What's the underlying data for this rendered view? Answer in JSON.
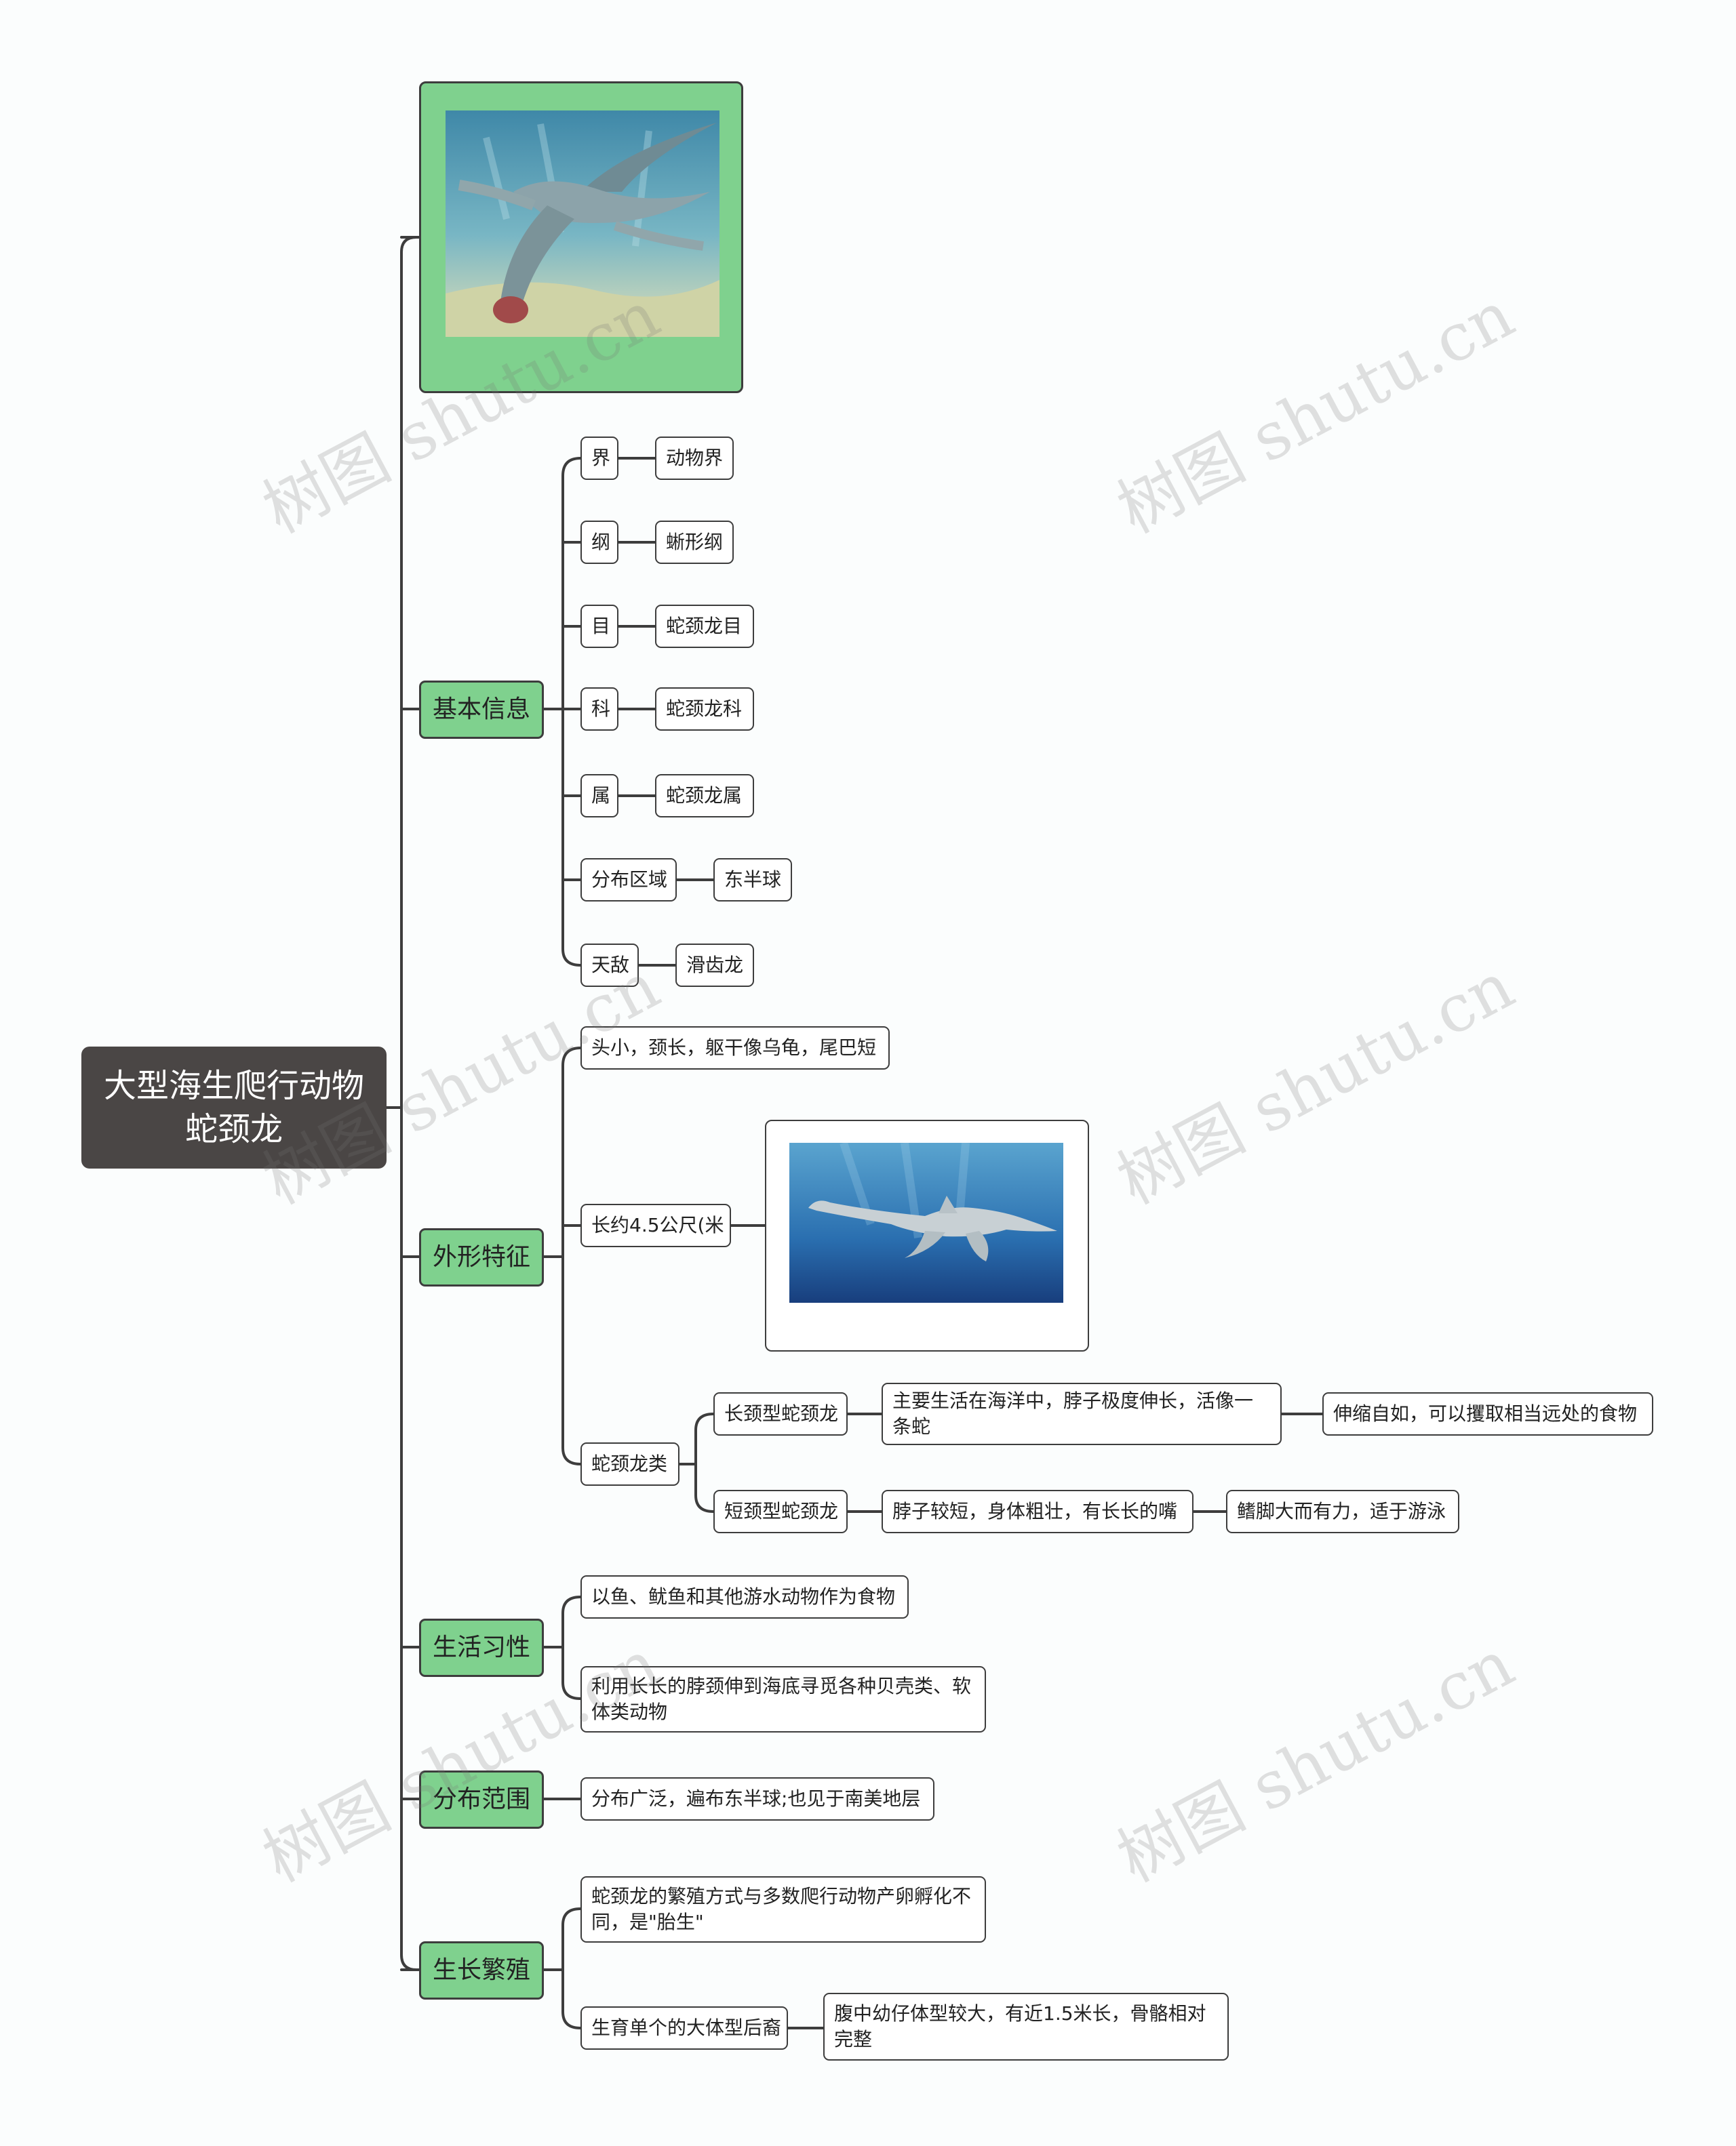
{
  "root": {
    "line1": "大型海生爬行动物",
    "line2": "蛇颈龙"
  },
  "branches": {
    "basic": "基本信息",
    "shape": "外形特征",
    "habit": "生活习性",
    "range": "分布范围",
    "breed": "生长繁殖"
  },
  "basic_info": [
    {
      "key": "界",
      "value": "动物界"
    },
    {
      "key": "纲",
      "value": "蜥形纲"
    },
    {
      "key": "目",
      "value": "蛇颈龙目"
    },
    {
      "key": "科",
      "value": "蛇颈龙科"
    },
    {
      "key": "属",
      "value": "蛇颈龙属"
    },
    {
      "key": "分布区域",
      "value": "东半球"
    },
    {
      "key": "天敌",
      "value": "滑齿龙"
    }
  ],
  "shape": {
    "head": "头小，颈长，躯干像乌龟，尾巴短",
    "length": "长约4.5公尺(米",
    "types": "蛇颈龙类",
    "long_neck": "长颈型蛇颈龙",
    "long_neck_desc": "主要生活在海洋中，脖子极度伸长，活像一条蛇",
    "long_neck_desc2": "伸缩自如，可以攫取相当远处的食物",
    "short_neck": "短颈型蛇颈龙",
    "short_neck_desc": "脖子较短，身体粗壮，有长长的嘴",
    "short_neck_desc2": "鳍脚大而有力，适于游泳"
  },
  "habit": {
    "item1": "以鱼、鱿鱼和其他游水动物作为食物",
    "item2": "利用长长的脖颈伸到海底寻觅各种贝壳类、软体类动物"
  },
  "range": {
    "item1": "分布广泛，遍布东半球;也见于南美地层"
  },
  "breed": {
    "item1": "蛇颈龙的繁殖方式与多数爬行动物产卵孵化不同，是\"胎生\"",
    "item2": "生育单个的大体型后裔",
    "item2_desc": "腹中幼仔体型较大，有近1.5米长，骨骼相对完整"
  },
  "watermark": "树图 shutu.cn",
  "colors": {
    "branch": "#7fd18e",
    "root": "#4a4645",
    "line": "#3d3d3d"
  }
}
